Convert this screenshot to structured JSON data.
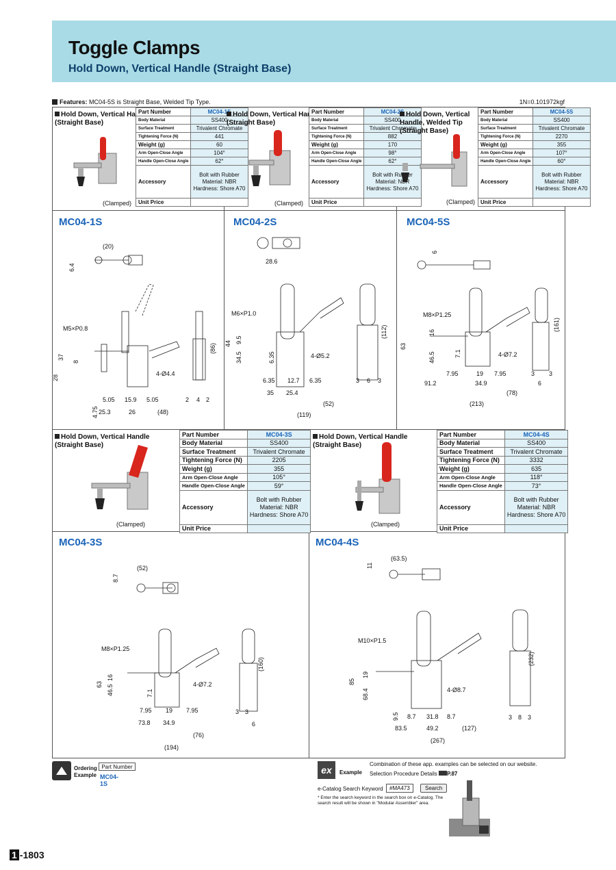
{
  "header": {
    "title": "Toggle Clamps",
    "subtitle": "Hold Down, Vertical Handle (Straight Base)"
  },
  "features": {
    "label": "Features:",
    "text": "MC04-5S is Straight Base, Welded Tip Type.",
    "unit_note": "1N=0.101972kgf"
  },
  "row1": [
    {
      "title_1": "Hold Down, Vertical Handle",
      "title_2": "(Straight Base)",
      "title_3": "",
      "clamped": "(Clamped)",
      "part_number": "MC04-1S",
      "body_material": "SS400",
      "surface": "Trivalent Chromate",
      "force": "441",
      "weight": "60",
      "arm": "104°",
      "handle": "62°",
      "acc_1": "Bolt with Rubber",
      "acc_2": "Material: NBR",
      "acc_3": "Hardness: Shore A70",
      "model": "MC04-1S"
    },
    {
      "title_1": "Hold Down, Vertical Handle",
      "title_2": "(Straight Base)",
      "title_3": "",
      "clamped": "(Clamped)",
      "part_number": "MC04-2S",
      "body_material": "SS400",
      "surface": "Trivalent Chromate",
      "force": "882",
      "weight": "170",
      "arm": "98°",
      "handle": "62°",
      "acc_1": "Bolt with Rubber",
      "acc_2": "Material: NBR",
      "acc_3": "Hardness: Shore A70",
      "model": "MC04-2S"
    },
    {
      "title_1": "Hold Down, Vertical",
      "title_2": "Handle, Welded Tip",
      "title_3": "(Straight Base)",
      "clamped": "(Clamped)",
      "part_number": "MC04-5S",
      "body_material": "SS400",
      "surface": "Trivalent Chromate",
      "force": "2270",
      "weight": "355",
      "arm": "107°",
      "handle": "60°",
      "acc_1": "Bolt with Rubber",
      "acc_2": "Material: NBR",
      "acc_3": "Hardness: Shore A70",
      "model": "MC04-5S"
    }
  ],
  "row2": [
    {
      "title_1": "Hold Down, Vertical Handle",
      "title_2": "(Straight Base)",
      "clamped": "(Clamped)",
      "part_number": "MC04-3S",
      "body_material": "SS400",
      "surface": "Trivalent Chromate",
      "force": "2205",
      "weight": "355",
      "arm": "105°",
      "handle": "59°",
      "acc_1": "Bolt with Rubber",
      "acc_2": "Material: NBR",
      "acc_3": "Hardness: Shore A70",
      "model": "MC04-3S"
    },
    {
      "title_1": "Hold Down, Vertical Handle",
      "title_2": "(Straight Base)",
      "clamped": "(Clamped)",
      "part_number": "MC04-4S",
      "body_material": "SS400",
      "surface": "Trivalent Chromate",
      "force": "3332",
      "weight": "635",
      "arm": "118°",
      "handle": "73°",
      "acc_1": "Bolt with Rubber",
      "acc_2": "Material: NBR",
      "acc_3": "Hardness: Shore A70",
      "model": "MC04-4S"
    }
  ],
  "labels": {
    "part_number": "Part Number",
    "body_material": "Body Material",
    "surface": "Surface Treatment",
    "force": "Tightening Force (N)",
    "weight": "Weight (g)",
    "arm": "Arm Open-Close Angle",
    "handle": "Handle Open-Close Angle",
    "accessory": "Accessory",
    "unit_price": "Unit Price"
  },
  "dims": {
    "d1": {
      "top_w": "(20)",
      "top_h": "6.4",
      "thread": "M5×P0.8",
      "h37": "37",
      "h8": "8",
      "h28": "28",
      "h86": "(86)",
      "hole": "4-Ø4.4",
      "b475": "4.75",
      "b505a": "5.05",
      "b159": "15.9",
      "b505b": "5.05",
      "b253": "25.3",
      "b26": "26",
      "b48": "(48)",
      "s2a": "2",
      "s4": "4",
      "s2b": "2"
    },
    "d2": {
      "top_w": "28.6",
      "thread": "M6×P1.0",
      "h44": "44",
      "h95": "9.5",
      "h345": "34.5",
      "h635v": "6.35",
      "hole": "4-Ø5.2",
      "h112": "(112)",
      "b635a": "6.35",
      "b127": "12.7",
      "b635b": "6.35",
      "b35": "35",
      "b254": "25.4",
      "b52": "(52)",
      "b119": "(119)",
      "s3a": "3",
      "s6": "6",
      "s3b": "3"
    },
    "d5": {
      "top_h": "6",
      "thread": "M8×P1.25",
      "h16": "16",
      "h63": "63",
      "h465": "46.5",
      "h71": "7.1",
      "hole": "4-Ø7.2",
      "h161": "(161)",
      "b795a": "7.95",
      "b19": "19",
      "b795b": "7.95",
      "b912": "91.2",
      "b349": "34.9",
      "b78": "(78)",
      "b213": "(213)",
      "s3a": "3",
      "s6": "6",
      "s3b": "3"
    },
    "d3": {
      "top_w": "(52)",
      "top_h": "8.7",
      "thread": "M8×P1.25",
      "h63": "63",
      "h465": "46.5",
      "h16": "16",
      "h71": "7.1",
      "hole": "4-Ø7.2",
      "h160": "(160)",
      "b795a": "7.95",
      "b19": "19",
      "b795b": "7.95",
      "b738": "73.8",
      "b349": "34.9",
      "b76": "(76)",
      "b194": "(194)",
      "s3a": "3",
      "s3b": "3",
      "s6": "6"
    },
    "d4": {
      "top_w": "(63.5)",
      "top_h": "11",
      "thread": "M10×P1.5",
      "h85": "85",
      "h684": "68.4",
      "h19": "19",
      "hole": "4-Ø8.7",
      "h232": "(232)",
      "b95": "9.5",
      "b87a": "8.7",
      "b318": "31.8",
      "b87b": "8.7",
      "b835": "83.5",
      "b492": "49.2",
      "b127": "(127)",
      "b267": "(267)",
      "s3a": "3",
      "s8": "8",
      "s3b": "3"
    }
  },
  "ordering": {
    "label_1": "Ordering",
    "label_2": "Example",
    "header": "Part Number",
    "value": "MC04-1S"
  },
  "example": {
    "badge": "ex",
    "label": "Example",
    "line1": "Combination of these app. examples can be selected on our website.",
    "line2": "Selection Procedure Details",
    "page_ref": "P.87",
    "search_label": "e-Catalog Search Keyword",
    "keyword": "#MA473",
    "search_button": "Search",
    "note_1": "* Enter the search keyword in the search box on e-Catalog. The",
    "note_2": "search result will be shown in \"Modular Assembler\" area."
  },
  "page": {
    "section": "1",
    "number": "-1803"
  }
}
